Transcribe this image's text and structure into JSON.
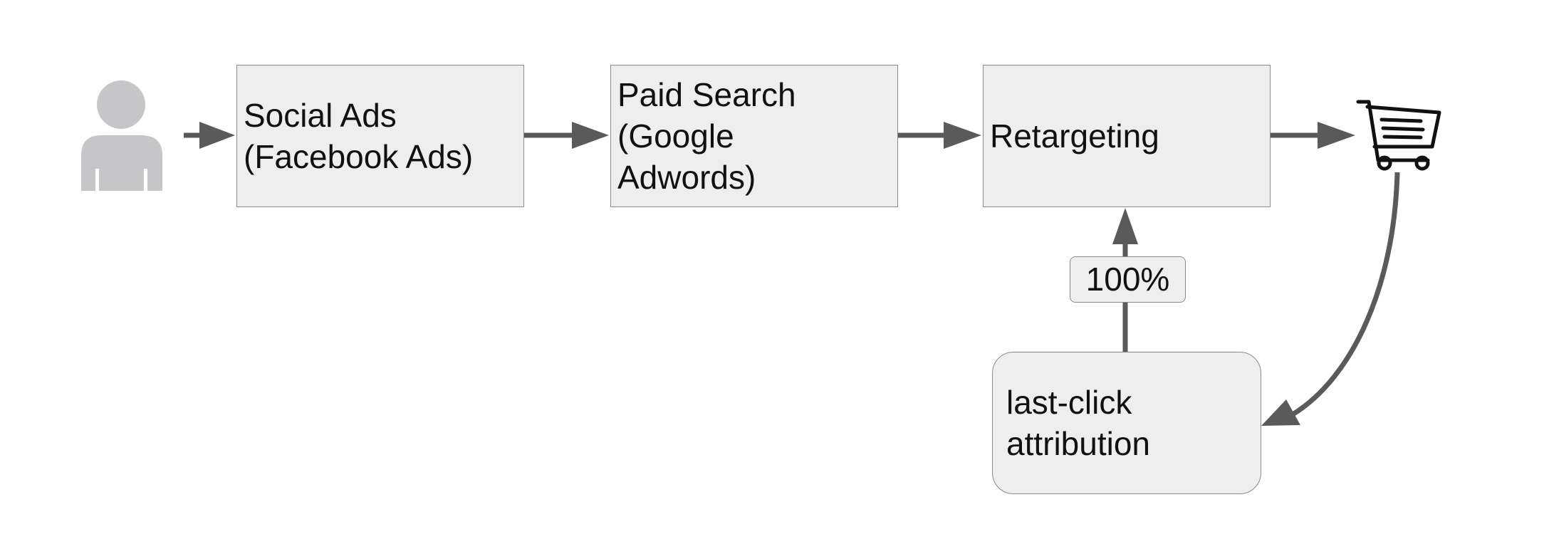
{
  "stages": [
    {
      "lines": [
        "Social Ads",
        "(Facebook Ads)"
      ]
    },
    {
      "lines": [
        "Paid Search",
        "(Google",
        "Adwords)"
      ]
    },
    {
      "lines": [
        "Retargeting"
      ]
    }
  ],
  "attribution": {
    "lines": [
      "last-click",
      "attribution"
    ],
    "share": "100%"
  },
  "icons": [
    "person-icon",
    "shopping-cart-icon"
  ],
  "colors": {
    "box_fill": "#eeeeee",
    "box_border": "#8a8a8a",
    "arrow": "#5a5a5a",
    "person": "#c6c6c8",
    "cart": "#111111"
  }
}
